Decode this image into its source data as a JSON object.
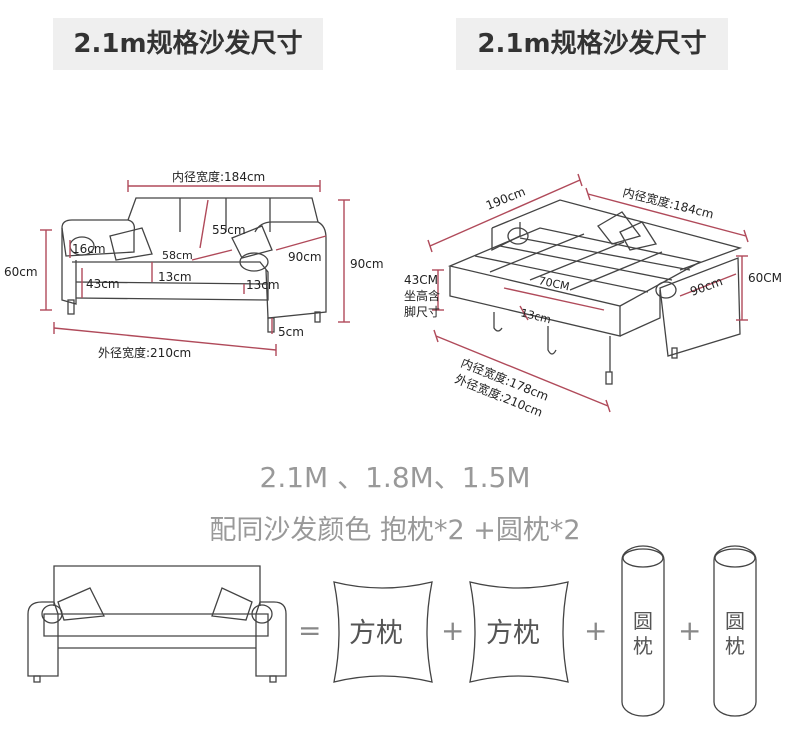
{
  "titles": {
    "left": "2.1m规格沙发尺寸",
    "right": "2.1m规格沙发尺寸"
  },
  "left_sofa": {
    "inner_width": "内径宽度:184cm",
    "back_height": "55cm",
    "arm_height": "16cm",
    "seat_depth": "58cm",
    "cushion": "13cm",
    "cushion2": "13cm",
    "seat_height": "43cm",
    "depth": "90cm",
    "total_height": "60cm",
    "back_total": "90cm",
    "leg": "5cm",
    "outer_width": "外径宽度:210cm"
  },
  "right_sofa": {
    "bed_length": "190cm",
    "inner_width": "内径宽度:184cm",
    "seat_label_1": "43CM",
    "seat_label_2": "坐高含",
    "seat_label_3": "脚尺寸",
    "bed_mid": "70CM",
    "cushion": "13cm",
    "depth": "90cm",
    "height": "60CM",
    "inner_bottom": "内径宽度:178cm",
    "outer_bottom": "外径宽度:210cm"
  },
  "sizes": "2.1M 、1.8M、1.5M",
  "pillow_note": "配同沙发颜色 抱枕*2 +圆枕*2",
  "equation": {
    "equals": "=",
    "plus": "+",
    "square_pillow": "方枕",
    "round_top": "圆",
    "round_bottom": "枕"
  }
}
